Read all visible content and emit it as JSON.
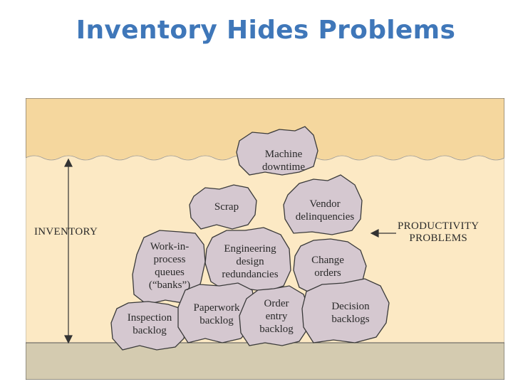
{
  "title": "Inventory Hides Problems",
  "diagram": {
    "left_label": "INVENTORY",
    "right_label": "PRODUCTIVITY\nPROBLEMS",
    "colors": {
      "water_top": "#f5d79e",
      "water_body": "#fce9c4",
      "seabed": "#d4cbb0",
      "rock_fill": "#d5c8d0",
      "rock_stroke": "#3a3a3a"
    },
    "rocks": [
      {
        "id": "machine-downtime",
        "label": "Machine\ndowntime"
      },
      {
        "id": "scrap",
        "label": "Scrap"
      },
      {
        "id": "vendor-delinquencies",
        "label": "Vendor\ndelinquencies"
      },
      {
        "id": "work-in-process-queues",
        "label": "Work-in-\nprocess\nqueues\n(“banks”)"
      },
      {
        "id": "engineering-design-redundancies",
        "label": "Engineering\ndesign\nredundancies"
      },
      {
        "id": "change-orders",
        "label": "Change\norders"
      },
      {
        "id": "inspection-backlog",
        "label": "Inspection\nbacklog"
      },
      {
        "id": "paperwork-backlog",
        "label": "Paperwork\nbacklog"
      },
      {
        "id": "order-entry-backlog",
        "label": "Order\nentry\nbacklog"
      },
      {
        "id": "decision-backlogs",
        "label": "Decision\nbacklogs"
      }
    ]
  }
}
